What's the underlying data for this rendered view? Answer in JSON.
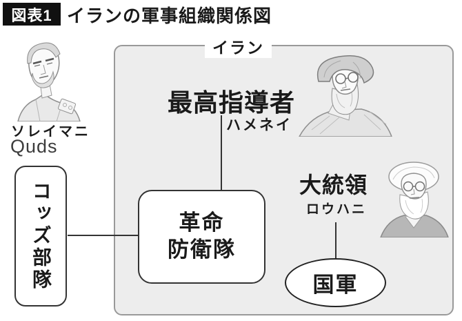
{
  "figure": {
    "badge": "図表1",
    "title": "イランの軍事組織関係図"
  },
  "container": {
    "label": "イラン"
  },
  "quds_area": {
    "commander_name": "ソレイマニ",
    "commander_caption": "Quds",
    "force_label": "コッズ部隊"
  },
  "nodes": {
    "supreme_leader": {
      "title": "最高指導者",
      "name": "ハメネイ"
    },
    "irgc": {
      "line1": "革命",
      "line2": "防衛隊"
    },
    "president": {
      "title": "大統領",
      "name": "ロウハニ"
    },
    "national_army": {
      "label": "国軍"
    }
  },
  "illustrations": {
    "soleimani": "soleimani-portrait-sketch",
    "khamenei": "khamenei-portrait-sketch",
    "rouhani": "rouhani-portrait-sketch"
  },
  "colors": {
    "badge_bg": "#111111",
    "badge_fg": "#ffffff",
    "container_fill": "#ededed",
    "container_border": "#999999",
    "node_border": "#333333",
    "connector": "#333333",
    "text": "#1a1a1a"
  }
}
